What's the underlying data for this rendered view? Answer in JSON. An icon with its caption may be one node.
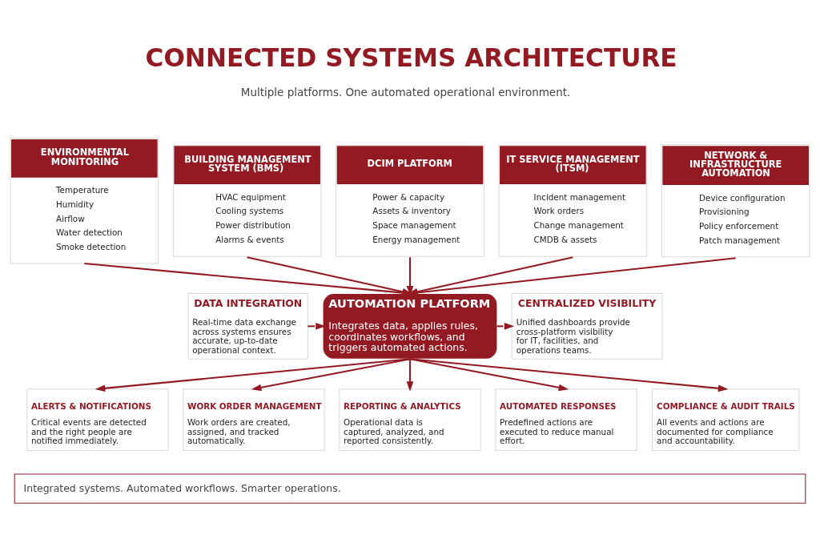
{
  "diagram": {
    "title": "CONNECTED SYSTEMS ARCHITECTURE",
    "nodes": [
      {
        "text": [
          "ENVIRONMENTAL MONITORING",
          "Temperature",
          "Humidity",
          "Airflow",
          "Water detection",
          "Smoke detection"
        ]
      },
      {
        "text": [
          "BUILDING MANAGEMENT SYSTEM (BMS)",
          "HVAC equipment",
          "Cooling systems",
          "Power distribution",
          "Alarms & events"
        ]
      },
      {
        "text": [
          "DCIM PLATFORM",
          "Power & capacity",
          "Assets & inventory",
          "Space management",
          "Energy management"
        ]
      },
      {
        "text": [
          "IT SERVICE MANAGEMENT (ITSM)",
          "Incident management",
          "Work orders",
          "Change management",
          "CMDB & assets"
        ]
      },
      {
        "text": [
          "NETWORK & INFRASTRUCTURE AUTOMATION",
          "Device configuration",
          "Provisioning",
          "Policy enforcement",
          "Patch management"
        ]
      },
      {
        "text": [
          "DATA INTEGRATION",
          "Real-time data exchange across systems ensures accurate, up-to-date operational context."
        ]
      },
      {
        "text": [
          "AUTOMATION PLATFORM",
          "Integrates data, applies rules, coordinates workflows, and triggers automated actions."
        ]
      },
      {
        "text": [
          "CENTRALIZED VISIBILITY",
          "Unified dashboards provide cross-platform visibility for IT, facilities, and operations teams."
        ]
      },
      {
        "text": [
          "ALERTS & NOTIFICATIONS",
          "Critical events are detected and the right people are notified immediately."
        ]
      },
      {
        "text": [
          "WORK ORDER MANAGEMENT",
          "Work orders are created, assigned, and tracked automatically."
        ]
      },
      {
        "text": [
          "REPORTING & ANALYTICS",
          "Operational data is captured, analyzed, and reported consistently."
        ]
      },
      {
        "text": [
          "AUTOMATED RESPONSES",
          "Predefined actions are executed to reduce manual effort."
        ]
      },
      {
        "text": [
          "COMPLIANCE & AUDIT TRAILS",
          "All events and actions are documented for compliance and accountability."
        ]
      },
      {
        "text": [
          "Integrated systems. Automated workflows. Smarter operations."
        ]
      }
    ],
    "edges": [
      {
        "from": 0,
        "to": 6,
        "arrow": "to"
      },
      {
        "from": 1,
        "to": 6,
        "arrow": "to"
      },
      {
        "from": 2,
        "to": 6,
        "arrow": "to"
      },
      {
        "from": 3,
        "to": 6,
        "arrow": "to"
      },
      {
        "from": 4,
        "to": 6,
        "arrow": "to"
      },
      {
        "from": 5,
        "to": 6,
        "arrow": "to"
      },
      {
        "from": 6,
        "to": 7,
        "arrow": "to"
      },
      {
        "from": 6,
        "to": 8,
        "arrow": "to"
      },
      {
        "from": 6,
        "to": 9,
        "arrow": "to"
      },
      {
        "from": 6,
        "to": 10,
        "arrow": "to"
      },
      {
        "from": 6,
        "to": 11,
        "arrow": "to"
      },
      {
        "from": 6,
        "to": 12,
        "arrow": "to"
      }
    ],
    "labels": [
      "Multiple platforms. One automated operational environment."
    ]
  }
}
